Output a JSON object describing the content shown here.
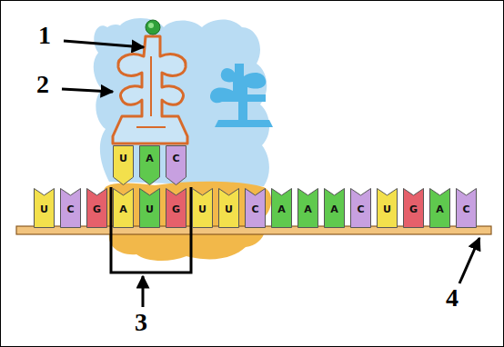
{
  "diagram": {
    "nodes": [
      {
        "text": [
          "U"
        ]
      },
      {
        "text": [
          "A"
        ]
      },
      {
        "text": [
          "C"
        ]
      },
      {
        "text": [
          "U"
        ]
      },
      {
        "text": [
          "C"
        ]
      },
      {
        "text": [
          "G"
        ]
      },
      {
        "text": [
          "A"
        ]
      },
      {
        "text": [
          "U"
        ]
      },
      {
        "text": [
          "G"
        ]
      },
      {
        "text": [
          "U"
        ]
      },
      {
        "text": [
          "U"
        ]
      },
      {
        "text": [
          "C"
        ]
      },
      {
        "text": [
          "A"
        ]
      },
      {
        "text": [
          "A"
        ]
      },
      {
        "text": [
          "A"
        ]
      },
      {
        "text": [
          "C"
        ]
      },
      {
        "text": [
          "U"
        ]
      },
      {
        "text": [
          "G"
        ]
      },
      {
        "text": [
          "A"
        ]
      },
      {
        "text": [
          "C"
        ]
      }
    ],
    "labels": [
      "1",
      "2",
      "3",
      "4"
    ]
  }
}
